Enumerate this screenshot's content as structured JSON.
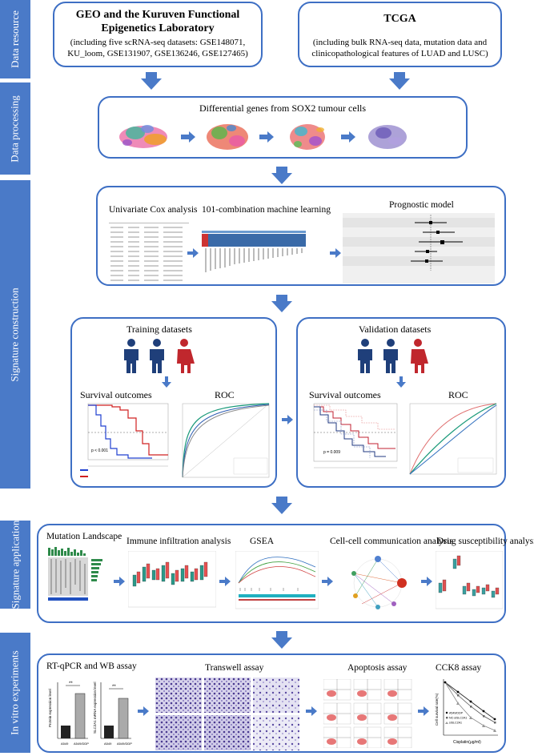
{
  "sections": {
    "data_resource": "Data resource",
    "data_processing": "Data processing",
    "signature_construction": "Signature construction",
    "signature_application": "Signature application",
    "in_vitro": "In vitro experiments"
  },
  "geo": {
    "title": "GEO and the Kuruven Functional Epigenetics Laboratory",
    "desc": "(including five scRNA-seq datasets: GSE148071, KU_loom, GSE131907, GSE136246, GSE127465)"
  },
  "tcga": {
    "title": "TCGA",
    "desc": "(including bulk RNA-seq data, mutation data and clinicopathological features of LUAD and LUSC)"
  },
  "processing": {
    "title": "Differential genes from SOX2 tumour cells"
  },
  "construction": {
    "univariate": "Univariate Cox analysis",
    "ml": "101-combination machine learning",
    "prognostic": "Prognostic model"
  },
  "training": {
    "title": "Training datasets",
    "survival": "Survival outcomes",
    "roc": "ROC",
    "pvalue": "p < 0.001"
  },
  "validation": {
    "title": "Validation datasets",
    "survival": "Survival outcomes",
    "roc": "ROC",
    "pvalue": "p = 0.009"
  },
  "application": {
    "mutation": "Mutation Landscape",
    "immune": "Immune infiltration analysis",
    "gsea": "GSEA",
    "cellcell": "Cell-cell communication analysis",
    "drug": "Drug susceptibility analysis"
  },
  "invitro": {
    "rtqpcr": "RT-qPCR and WB assay",
    "transwell": "Transwell assay",
    "apoptosis": "Apoptosis assay",
    "cck8": "CCK8 assay",
    "cck8_xlabel": "Cisplatin(μg/ml)",
    "cck8_ylabel": "Cell survival rate(%)",
    "cck8_legend": [
      "A549/DDP",
      "NC-siSLC2A1",
      "siSLC2A1"
    ],
    "bar1_ylabel": "Protein expression level",
    "bar2_ylabel": "SLC2A1 mRNA expression level",
    "bar_cats": [
      "A549",
      "A549/DDP"
    ],
    "sig": "**"
  },
  "colors": {
    "accent": "#3e6fc4",
    "side": "#4a7ac8",
    "arrow": "#4a7ac8",
    "male": "#1f3f7a",
    "female": "#c0272d"
  }
}
